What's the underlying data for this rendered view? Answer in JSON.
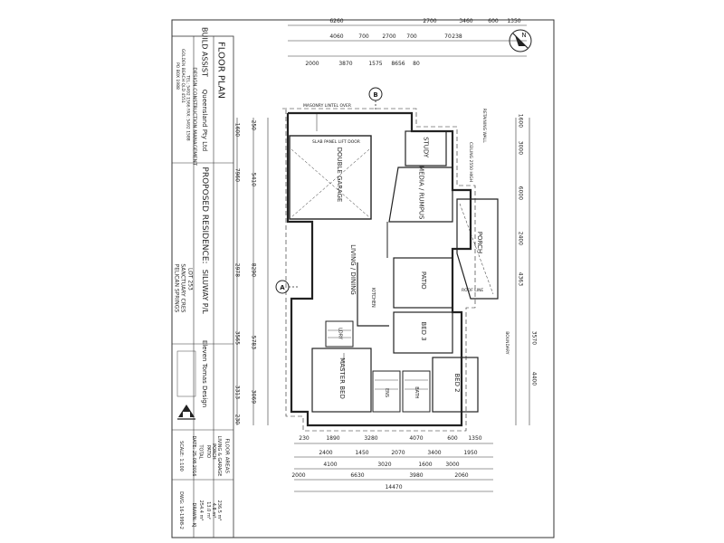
{
  "title_block": {
    "sheet_title": "FLOOR PLAN",
    "company": "BUILD ASSIST",
    "company_suffix": "Queensland Pty Ltd",
    "company_lines": [
      "PO BOX 1988",
      "GOLDEN BEACH QLD 4551",
      "TEL: 5492 1566 FAX: 5492 1588"
    ],
    "service": "DESIGN CONSTRUCTION MANAGEMENT",
    "project": "PROPOSED RESIDENCE:",
    "client": "SILUWAY P/L",
    "lot": "LOT 253",
    "street": "SANCTUARY CRES",
    "suburb": "PELICAN SPRINGS",
    "designer": "Eleven Tomas Design",
    "areas_title": "FLOOR AREAS",
    "areas": [
      {
        "label": "LIVING & GARAGE",
        "value": "236.5 m²"
      },
      {
        "label": "PORCH",
        "value": "4.8 m²"
      },
      {
        "label": "PATIO",
        "value": "13.0 m²"
      },
      {
        "label": "TOTAL",
        "value": "254.4 m²"
      }
    ],
    "date": "DATE: 25.08.2016",
    "drawn": "DRAWN: KJ",
    "scale": "SCALE: 1:100",
    "dwg": "DWG: 16-1998-2"
  },
  "rooms": [
    {
      "key": "garage",
      "label": "DOUBLE GARAGE"
    },
    {
      "key": "media",
      "label": "MEDIA / RUMPUS"
    },
    {
      "key": "study",
      "label": "STUDY"
    },
    {
      "key": "living",
      "label": "LIVING / DINING"
    },
    {
      "key": "patio",
      "label": "PATIO"
    },
    {
      "key": "porch",
      "label": "PORCH"
    },
    {
      "key": "bed3",
      "label": "BED 3"
    },
    {
      "key": "bed2",
      "label": "BED 2"
    },
    {
      "key": "master",
      "label": "MASTER BED"
    },
    {
      "key": "ens",
      "label": "ENS"
    },
    {
      "key": "bath",
      "label": "BATH"
    },
    {
      "key": "kitchen",
      "label": "KITCHEN"
    },
    {
      "key": "ldry",
      "label": "LDRY"
    }
  ],
  "section_markers": {
    "a": "A",
    "b": "B"
  },
  "north_label": "N",
  "dims_top": [
    "6260",
    "2700",
    "3460",
    "600",
    "1350"
  ],
  "dims_top2": [
    "4060",
    "700",
    "2700",
    "700",
    "70",
    "238"
  ],
  "dims_top3": [
    "2000",
    "3870",
    "1575",
    "8656",
    "80"
  ],
  "dims_left": [
    "1600",
    "7960",
    "2978",
    "3565",
    "3313",
    "230"
  ],
  "dims_left2": [
    "250",
    "5410",
    "8290",
    "5783",
    "3069"
  ],
  "dims_right": [
    "1600",
    "3000",
    "6000",
    "2400",
    "4363",
    "3570",
    "4400"
  ],
  "dims_bottom": [
    "230",
    "1890",
    "3280",
    "4070",
    "600",
    "1350"
  ],
  "dims_bottom2": [
    "2400",
    "1450",
    "2070",
    "3400",
    "1950"
  ],
  "dims_bottom3": [
    "4100",
    "3020",
    "1600",
    "3000"
  ],
  "dims_bottom4": [
    "2000",
    "6630",
    "3980",
    "2060"
  ],
  "dim_total": "14470",
  "notes": [
    "SLAB PANEL LIFT DOOR",
    "MASONRY LINTEL OVER",
    "CEILING 2550 HIGH",
    "RETAINING WALL",
    "ROOF LINE",
    "BOUNDARY"
  ]
}
